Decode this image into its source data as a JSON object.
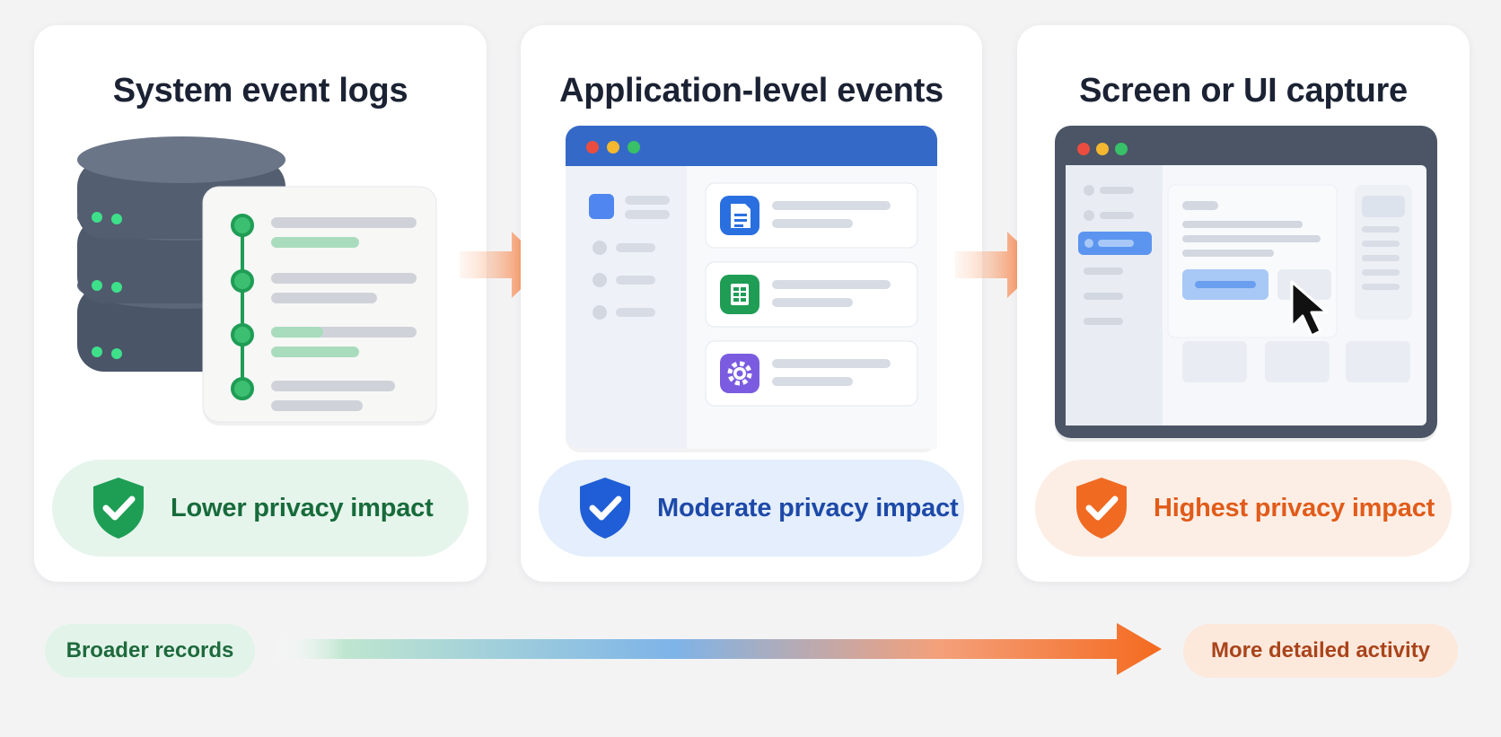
{
  "cards": [
    {
      "title": "System event logs",
      "impact": "Lower privacy impact",
      "color": "#1e9e55"
    },
    {
      "title": "Application-level events",
      "impact": "Moderate privacy impact",
      "color": "#1f5ed6"
    },
    {
      "title": "Screen or UI capture",
      "impact": "Highest privacy impact",
      "color": "#f06a22"
    }
  ],
  "scale": {
    "left_label": "Broader records",
    "right_label": "More detailed activity",
    "gradient": [
      "#bfe6cf",
      "#7eb4e8",
      "#f4a07a",
      "#f46a1f"
    ]
  },
  "icons": {
    "card1": "database-with-log-timeline",
    "card2": "app-window-with-docs-sheets-settings",
    "card3": "screen-capture-with-cursor",
    "shield": "shield-check-icon"
  }
}
